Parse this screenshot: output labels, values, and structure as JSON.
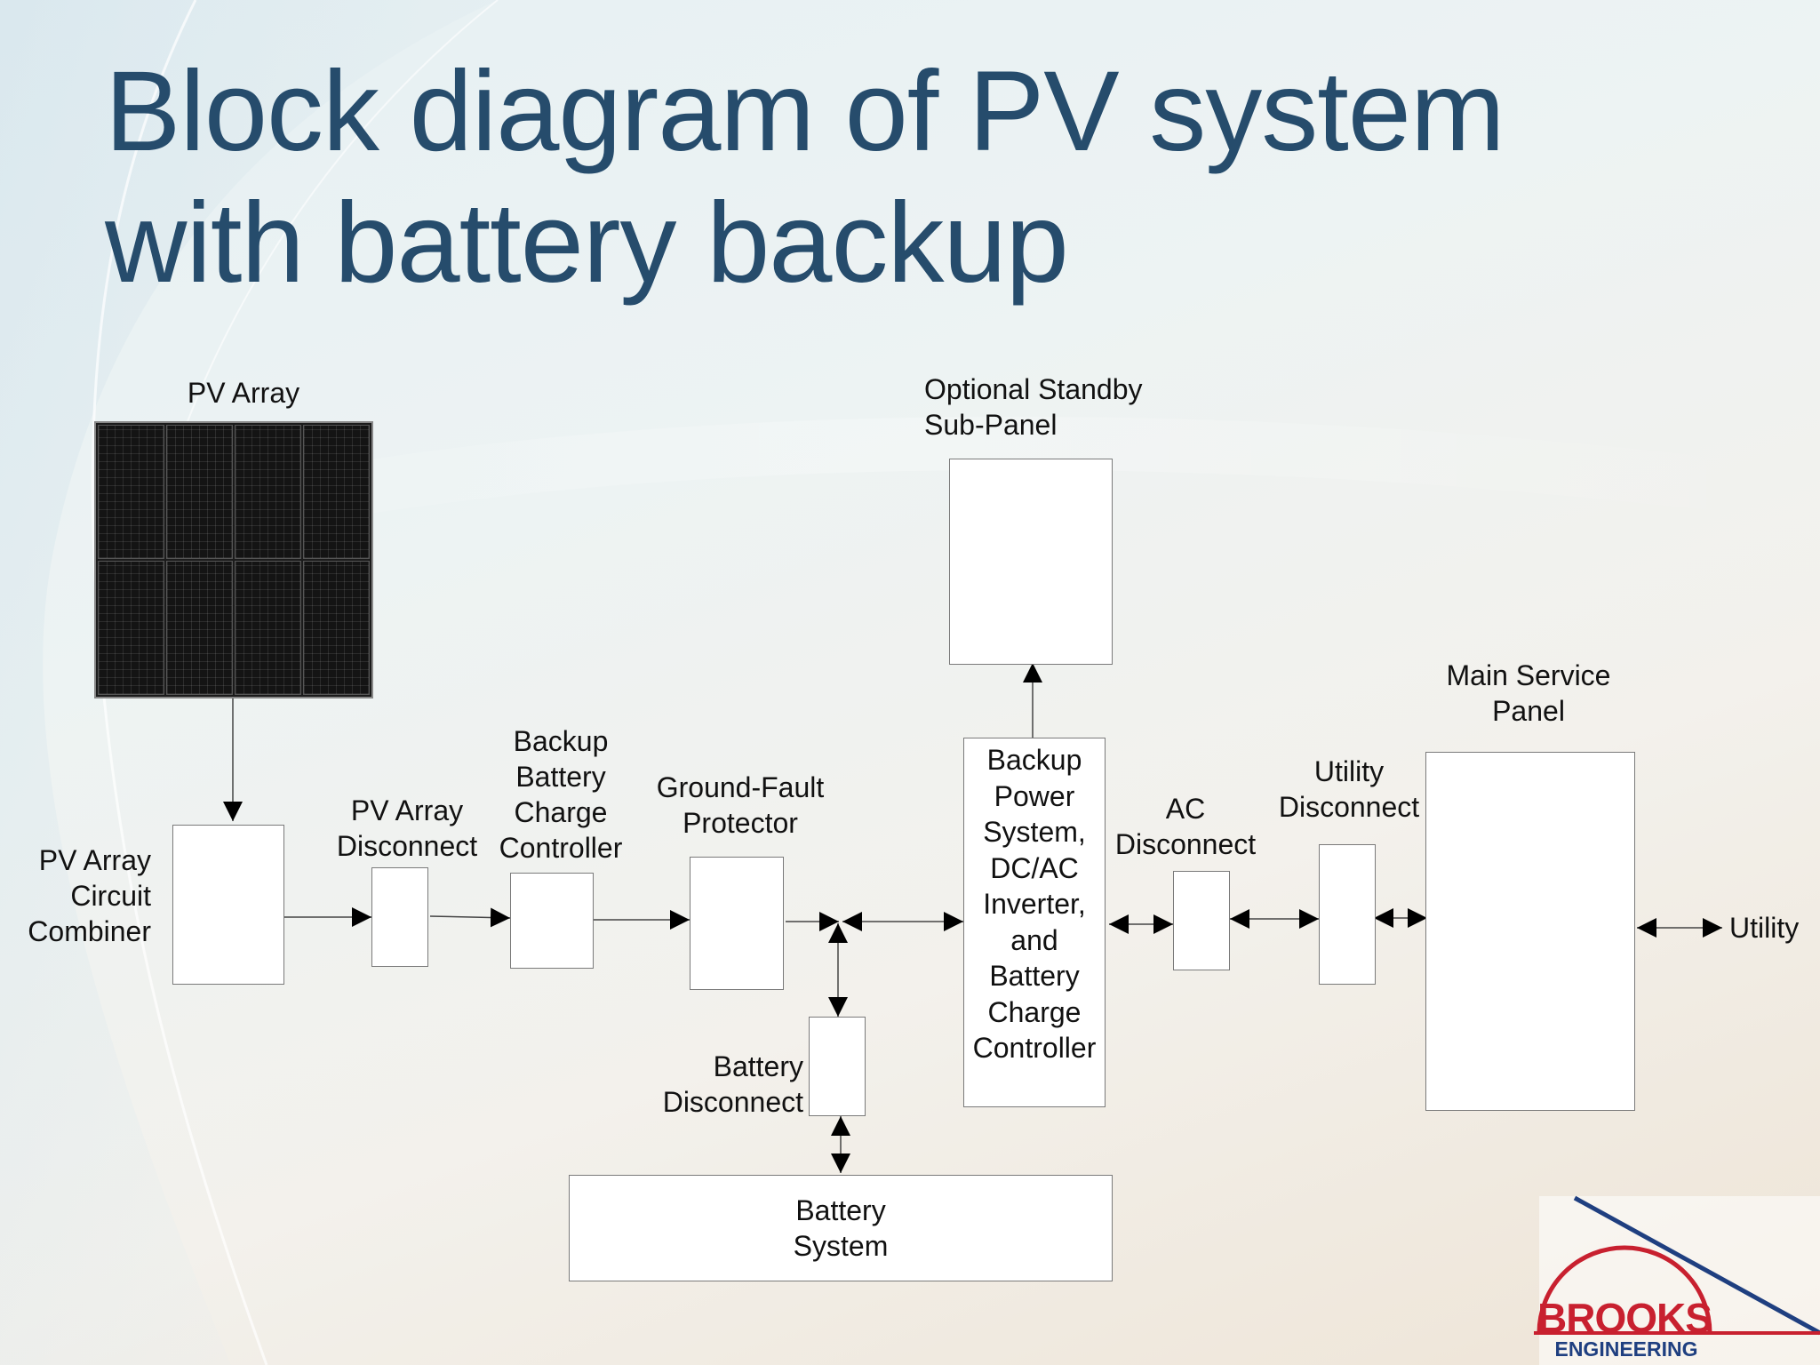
{
  "slide": {
    "title": "Block diagram of PV system\nwith battery backup"
  },
  "labels": {
    "pv_array": "PV Array",
    "optional_standby": "Optional Standby\nSub-Panel",
    "main_service_panel": "Main Service\nPanel",
    "pv_array_circuit_combiner": "PV Array\nCircuit\nCombiner",
    "pv_array_disconnect": "PV Array\nDisconnect",
    "backup_battery_charge_controller": "Backup\nBattery\nCharge\nController",
    "ground_fault_protector": "Ground-Fault\nProtector",
    "ac_disconnect": "AC\nDisconnect",
    "utility_disconnect": "Utility\nDisconnect",
    "utility": "Utility",
    "battery_disconnect": "Battery\nDisconnect"
  },
  "boxes": {
    "backup_power_system": "Backup\nPower\nSystem,\nDC/AC\nInverter,\nand\nBattery\nCharge\nController",
    "battery_system": "Battery\nSystem"
  },
  "logo": {
    "name": "BROOKS",
    "subtitle": "ENGINEERING",
    "red": "#c8202f",
    "blue": "#1f3f80"
  },
  "colors": {
    "title": "#264c6c"
  }
}
